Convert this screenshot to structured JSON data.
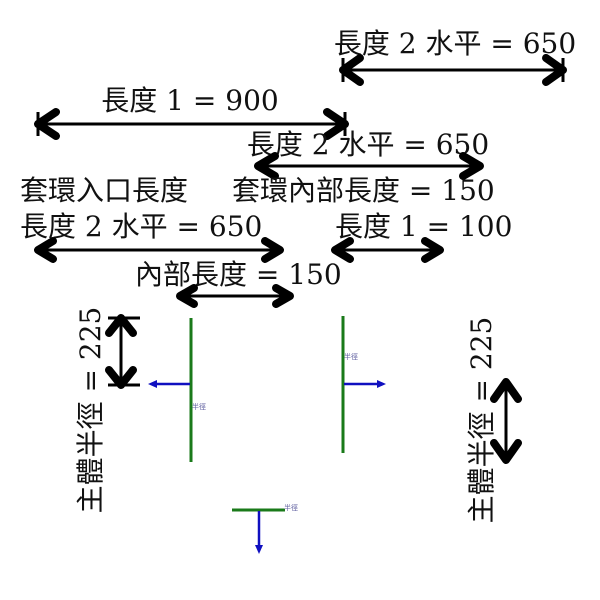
{
  "dimensions": {
    "length2_top": "長度 2 水平 = 650",
    "length1": "長度 1 = 900",
    "length2_mid": "長度 2 水平 = 650",
    "collar_entry": "套環入口長度",
    "collar_inner": "套環內部長度 = 150",
    "length1_small": "長度 1 = 100",
    "length2_left": "長度 2 水平 = 650",
    "inner_length": "內部長度 = 150",
    "body_radius_left": "主體半徑 = 225",
    "body_radius_right": "主體半徑 = 225"
  },
  "connectors": {
    "label_left": "半徑",
    "label_right": "半徑",
    "label_bottom": "半徑"
  },
  "colors": {
    "pipe": "#1a7a1a",
    "arrow": "#1010c0"
  }
}
